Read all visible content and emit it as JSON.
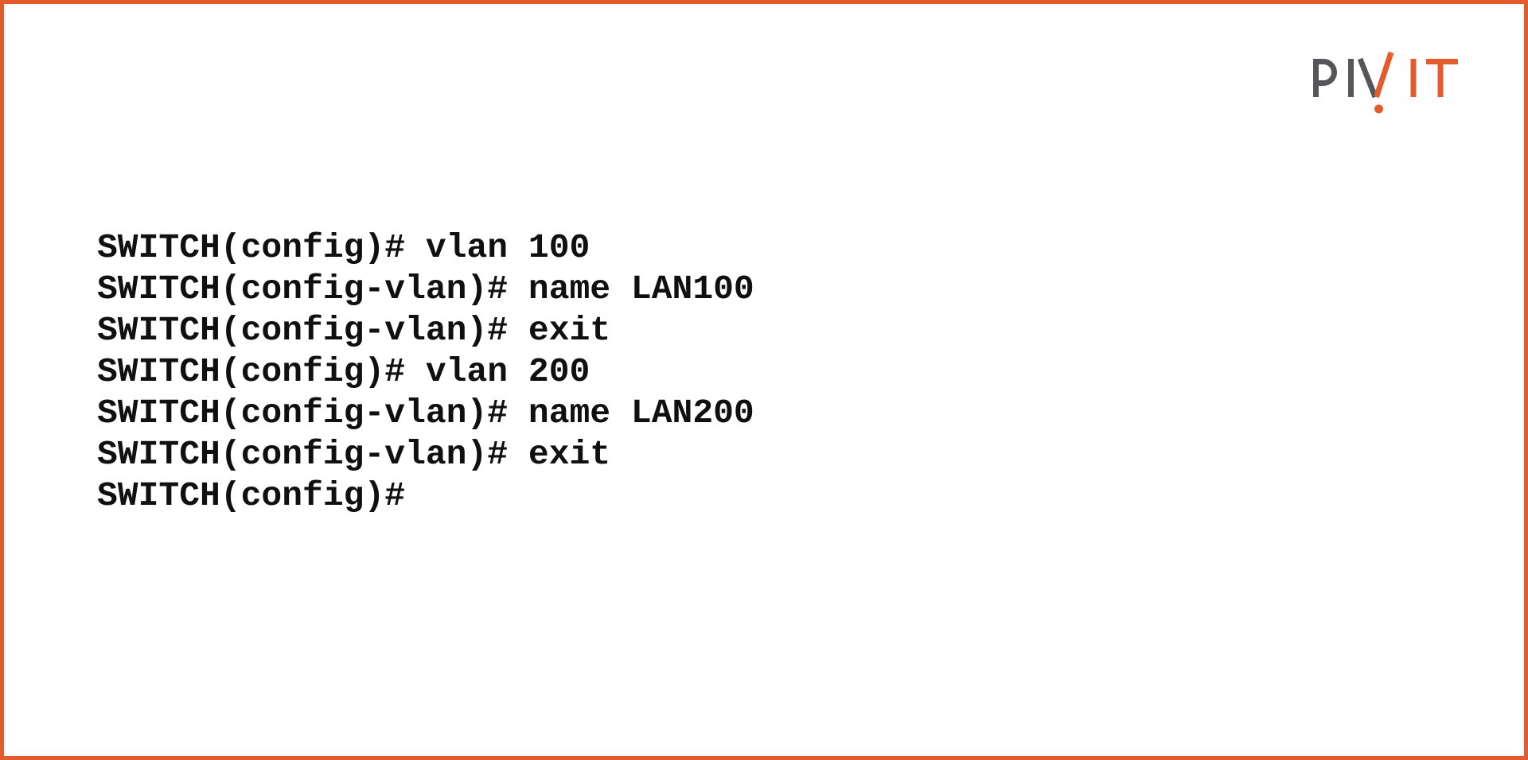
{
  "slide": {
    "type": "cli-configuration-slide"
  },
  "colors": {
    "accent_orange": "#E45C2D",
    "logo_gray": "#54565A",
    "text_color": "#101010",
    "bg_color": "#FFFFFF"
  },
  "logo": {
    "text": "PIVIT",
    "gray_part": "PIV",
    "orange_part": "IT",
    "aria_label": "PivIT logo"
  },
  "terminal": {
    "lines": [
      "SWITCH(config)# vlan 100",
      "SWITCH(config-vlan)# name LAN100",
      "SWITCH(config-vlan)# exit",
      "SWITCH(config)# vlan 200",
      "SWITCH(config-vlan)# name LAN200",
      "SWITCH(config-vlan)# exit",
      "SWITCH(config)#"
    ]
  }
}
